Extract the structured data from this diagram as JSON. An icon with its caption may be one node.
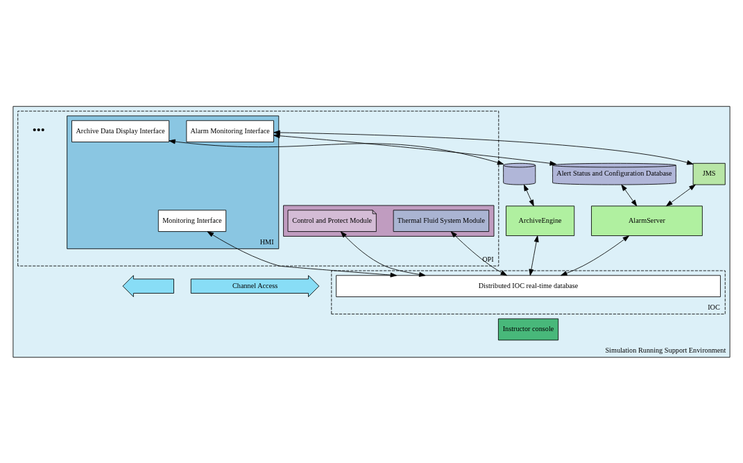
{
  "diagram": {
    "nodes": [
      {
        "text": [
          "Simulation Running Support Environment"
        ]
      },
      {
        "text": [
          "OPI"
        ],
        "in": 0
      },
      {
        "text": [
          "HMI"
        ],
        "in": 1
      },
      {
        "text": [
          "Monitoring Interface"
        ],
        "in": 2
      },
      {
        "text": [
          "Archive Data Display Interface"
        ],
        "in": 2
      },
      {
        "text": [
          "Alarm Monitoring Interface"
        ],
        "in": 2
      },
      {
        "text": [],
        "shape": "box",
        "in": 1
      },
      {
        "text": [
          "Thermal Fluid System Module"
        ],
        "in": 6
      },
      {
        "text": [
          "Control and Protect Module"
        ],
        "in": 6
      },
      {
        "text": [],
        "shape": "cylinder",
        "in": 0
      },
      {
        "text": [
          "JMS"
        ],
        "in": 0
      },
      {
        "text": [
          "Alert Status and Configuration Database"
        ],
        "in": 0
      },
      {
        "text": [],
        "shape": "arrow",
        "in": 0
      },
      {
        "text": [
          "Channel Access"
        ],
        "in": 0
      },
      {
        "text": [
          "ArchiveEngine"
        ],
        "in": 0
      },
      {
        "text": [
          "AlarmServer"
        ],
        "in": 0
      },
      {
        "text": [
          "IOC"
        ],
        "in": 0
      },
      {
        "text": [
          "Distributed IOC real-time database"
        ],
        "in": 16
      },
      {
        "text": [
          "Instructor console"
        ],
        "in": 0
      }
    ],
    "edges": [
      {
        "from": 3,
        "to": 17,
        "arrow": "both"
      },
      {
        "from": 4,
        "to": 9,
        "arrow": "both"
      },
      {
        "from": 5,
        "to": 10,
        "arrow": "both"
      },
      {
        "from": 5,
        "to": 11,
        "arrow": "both"
      },
      {
        "from": 9,
        "to": 14,
        "arrow": "both"
      },
      {
        "from": 10,
        "to": 15,
        "arrow": "both"
      },
      {
        "from": 11,
        "to": 15,
        "arrow": "both"
      },
      {
        "from": 14,
        "to": 17,
        "arrow": "both"
      },
      {
        "from": 15,
        "to": 17,
        "arrow": "both"
      },
      {
        "from": 7,
        "to": 17,
        "arrow": "both"
      },
      {
        "from": 8,
        "to": 17,
        "arrow": "both"
      }
    ],
    "labels": [
      "•••"
    ]
  }
}
